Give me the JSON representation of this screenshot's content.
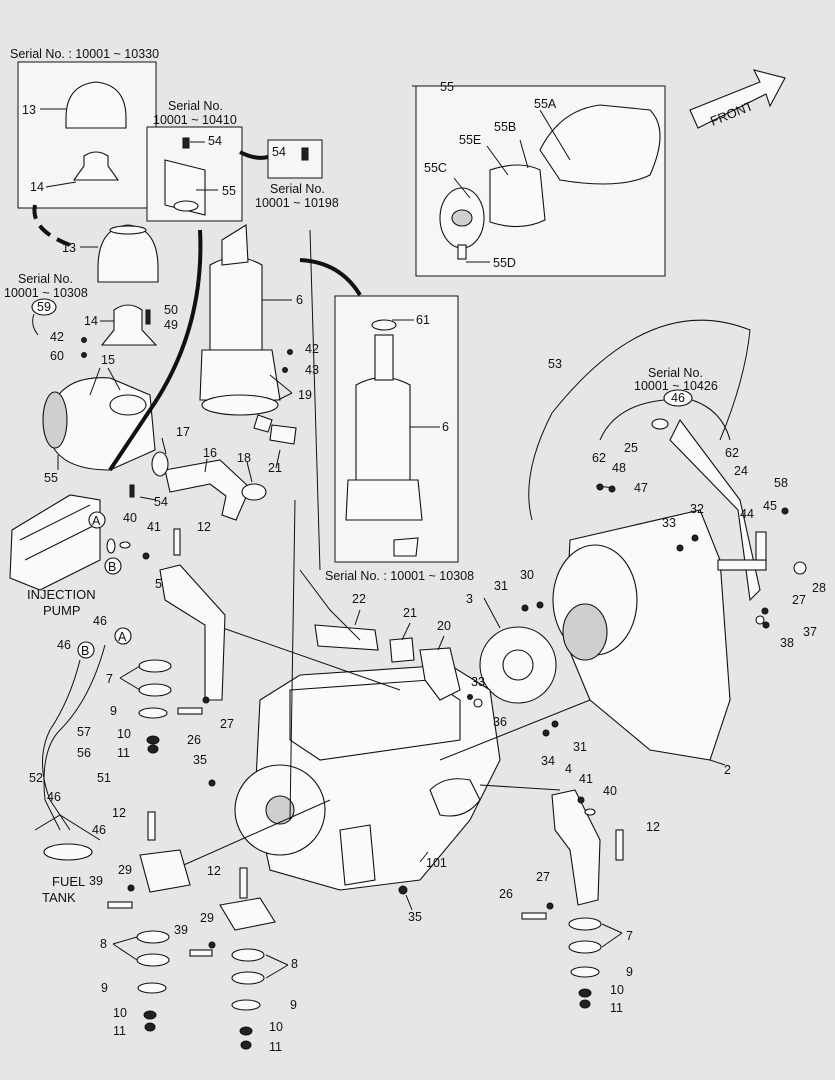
{
  "serials": {
    "top_left": "Serial No. : 10001 ~ 10330",
    "s54a_line1": "Serial No.",
    "s54a_line2": "10001 ~ 10410",
    "s54b_line1": "Serial No.",
    "s54b_line2": "10001 ~ 10198",
    "s59_line1": "Serial No.",
    "s59_line2": "10001 ~ 10308",
    "muffler": "Serial No. : 10001 ~ 10308",
    "s46_line1": "Serial No.",
    "s46_line2": "10001 ~ 10426"
  },
  "captions": {
    "front": "FRONT",
    "injection_line1": "INJECTION",
    "injection_line2": "PUMP",
    "fuel_line1": "FUEL",
    "fuel_line2": "TANK"
  },
  "circled": {
    "a1": "A",
    "b1": "B",
    "a2": "A",
    "b2": "B",
    "c59": "59",
    "c46": "46"
  },
  "labels": {
    "l13a": "13",
    "l14a": "14",
    "l13b": "13",
    "l14b": "14",
    "l54a": "54",
    "l55a": "55",
    "l54b": "54",
    "l55box": "55",
    "l55A": "55A",
    "l55B": "55B",
    "l55E": "55E",
    "l55C": "55C",
    "l55D": "55D",
    "l42a": "42",
    "l60": "60",
    "l50": "50",
    "l49": "49",
    "l15": "15",
    "l55c": "55",
    "l54c": "54",
    "l17": "17",
    "l16": "16",
    "l18": "18",
    "l6a": "6",
    "l42b": "42",
    "l43": "43",
    "l19": "19",
    "l21a": "21",
    "l61": "61",
    "l6b": "6",
    "l53": "53",
    "l25": "25",
    "l62a": "62",
    "l62b": "62",
    "l48": "48",
    "l47": "47",
    "l24": "24",
    "l58": "58",
    "l40a": "40",
    "l41a": "41",
    "l12a": "12",
    "l5": "5",
    "l7a": "7",
    "l9a": "9",
    "l10a": "10",
    "l11a": "11",
    "l27a": "27",
    "l26a": "26",
    "l22": "22",
    "l21b": "21",
    "l20": "20",
    "l33a": "33",
    "l36": "36",
    "l35a": "35",
    "l3": "3",
    "l31a": "31",
    "l30": "30",
    "l33b": "33",
    "l32": "32",
    "l44": "44",
    "l45": "45",
    "l28": "28",
    "l27b": "27",
    "l37": "37",
    "l38": "38",
    "l34": "34",
    "l31b": "31",
    "l2": "2",
    "l46a": "46",
    "l46b": "46",
    "l57": "57",
    "l56": "56",
    "l52": "52",
    "l51": "51",
    "l46c": "46",
    "l46d": "46",
    "l12b": "12",
    "l29a": "29",
    "l39a": "39",
    "l8a": "8",
    "l9b": "9",
    "l10b": "10",
    "l11b": "11",
    "l12c": "12",
    "l29b": "29",
    "l39b": "39",
    "l8b": "8",
    "l9c": "9",
    "l10c": "10",
    "l11c": "11",
    "l101": "101",
    "l35b": "35",
    "l4": "4",
    "l41b": "41",
    "l40b": "40",
    "l12d": "12",
    "l26b": "26",
    "l27c": "27",
    "l7b": "7",
    "l9d": "9",
    "l10d": "10",
    "l11d": "11"
  }
}
